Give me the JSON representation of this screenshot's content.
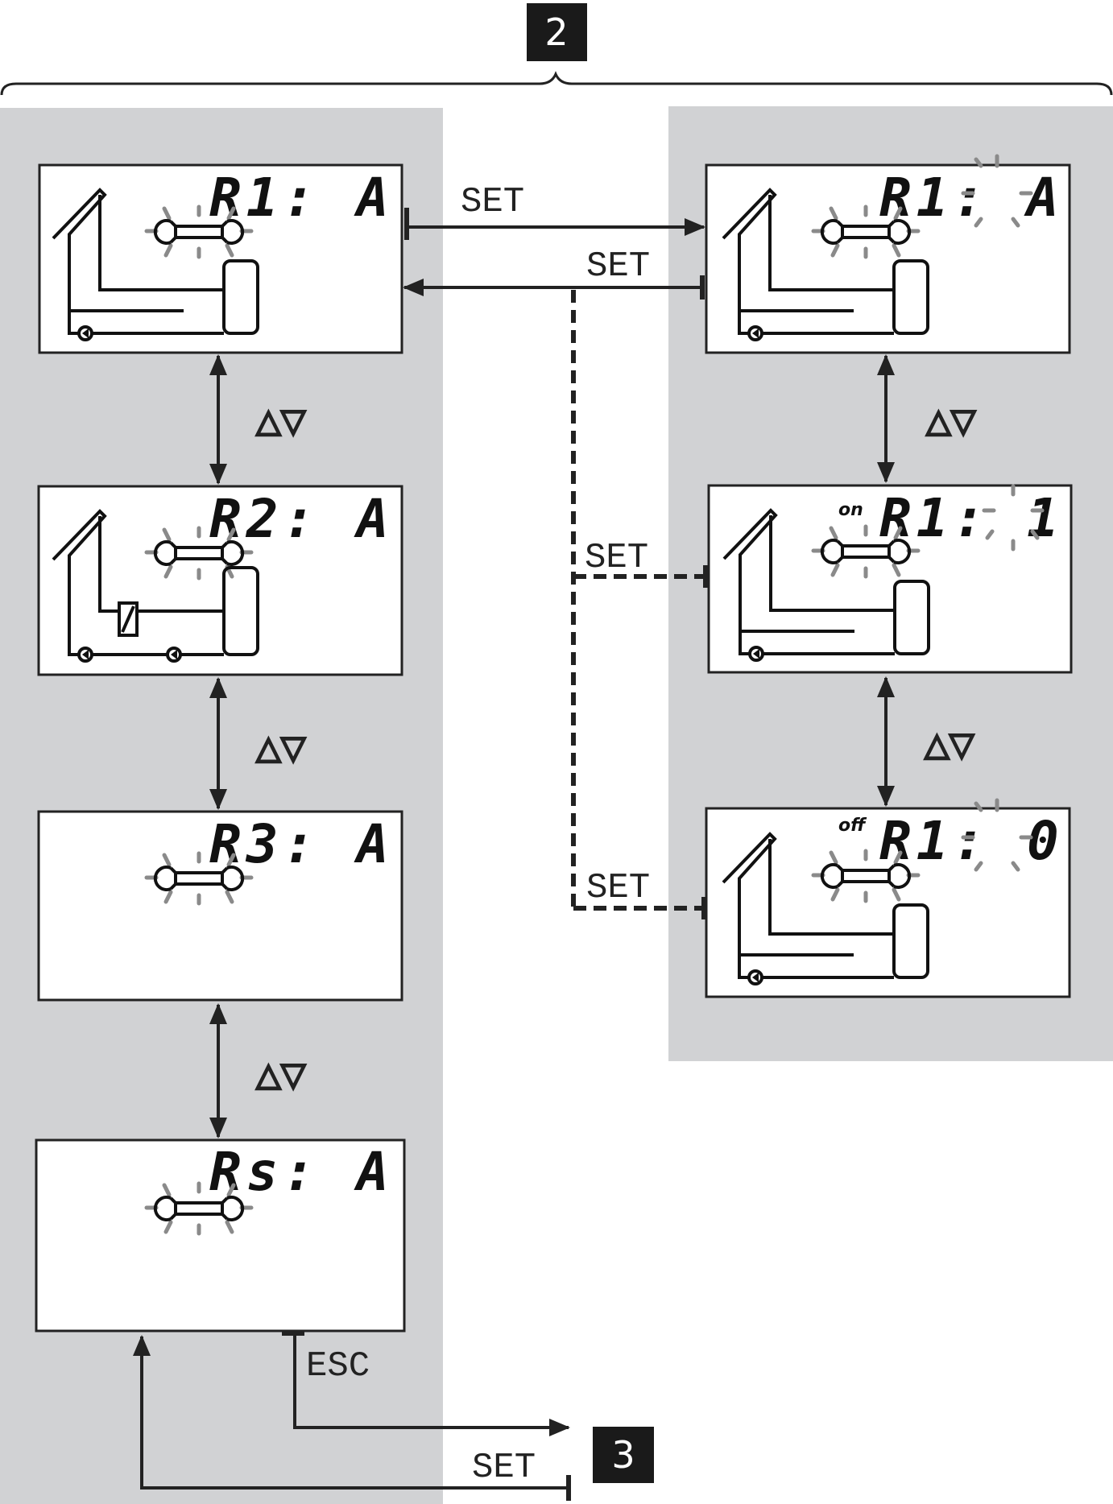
{
  "step_badges": {
    "top": "2",
    "bottom": "3"
  },
  "nav_arrows": "△▽",
  "keys": {
    "set": "SET",
    "esc": "ESC"
  },
  "left_column": [
    {
      "display": "R1: A",
      "schematic": "collector-tank"
    },
    {
      "display": "R2: A",
      "schematic": "collector-heat-exchanger-tank"
    },
    {
      "display": "R3: A",
      "schematic": "none"
    },
    {
      "display": "Rs: A",
      "schematic": "none"
    }
  ],
  "right_column": [
    {
      "prefix": "",
      "display": "R1: A",
      "blinking": "A"
    },
    {
      "prefix": "on",
      "display": "R1: 1",
      "blinking": "1"
    },
    {
      "prefix": "off",
      "display": "R1: 0",
      "blinking": "0"
    }
  ],
  "colors": {
    "panel_bg": "#d1d2d4",
    "line": "#222222",
    "badge_bg": "#1a1a1a",
    "blink_mark": "#8a8a8a"
  }
}
